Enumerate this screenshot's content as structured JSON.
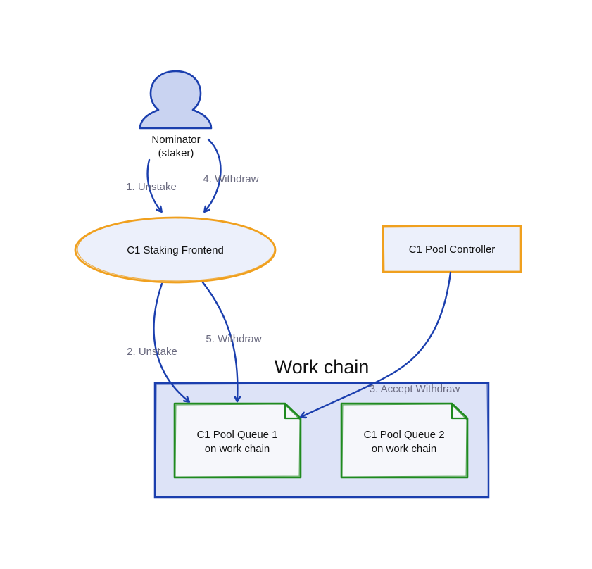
{
  "colors": {
    "blue": "#1b3fae",
    "blue_fill": "#dde3f7",
    "person_fill": "#c9d3f1",
    "orange": "#f0a01e",
    "orange_fill": "#ecf0fb",
    "green": "#1f8a1f",
    "note_fill": "#f6f7fb",
    "edge_label": "#6b6b80"
  },
  "nominator": {
    "line1": "Nominator",
    "line2": "(staker)",
    "icon": "person-icon"
  },
  "frontend": {
    "label": "C1 Staking Frontend"
  },
  "controller": {
    "label": "C1 Pool Controller"
  },
  "work_chain": {
    "label": "Work chain"
  },
  "queue1": {
    "line1": "C1 Pool Queue 1",
    "line2": "on work chain"
  },
  "queue2": {
    "line1": "C1 Pool Queue 2",
    "line2": "on work chain"
  },
  "edges": {
    "e1": "1. Unstake",
    "e2": "2. Unstake",
    "e3": "3. Accept Withdraw",
    "e4": "4. Withdraw",
    "e5": "5. Withdraw"
  }
}
